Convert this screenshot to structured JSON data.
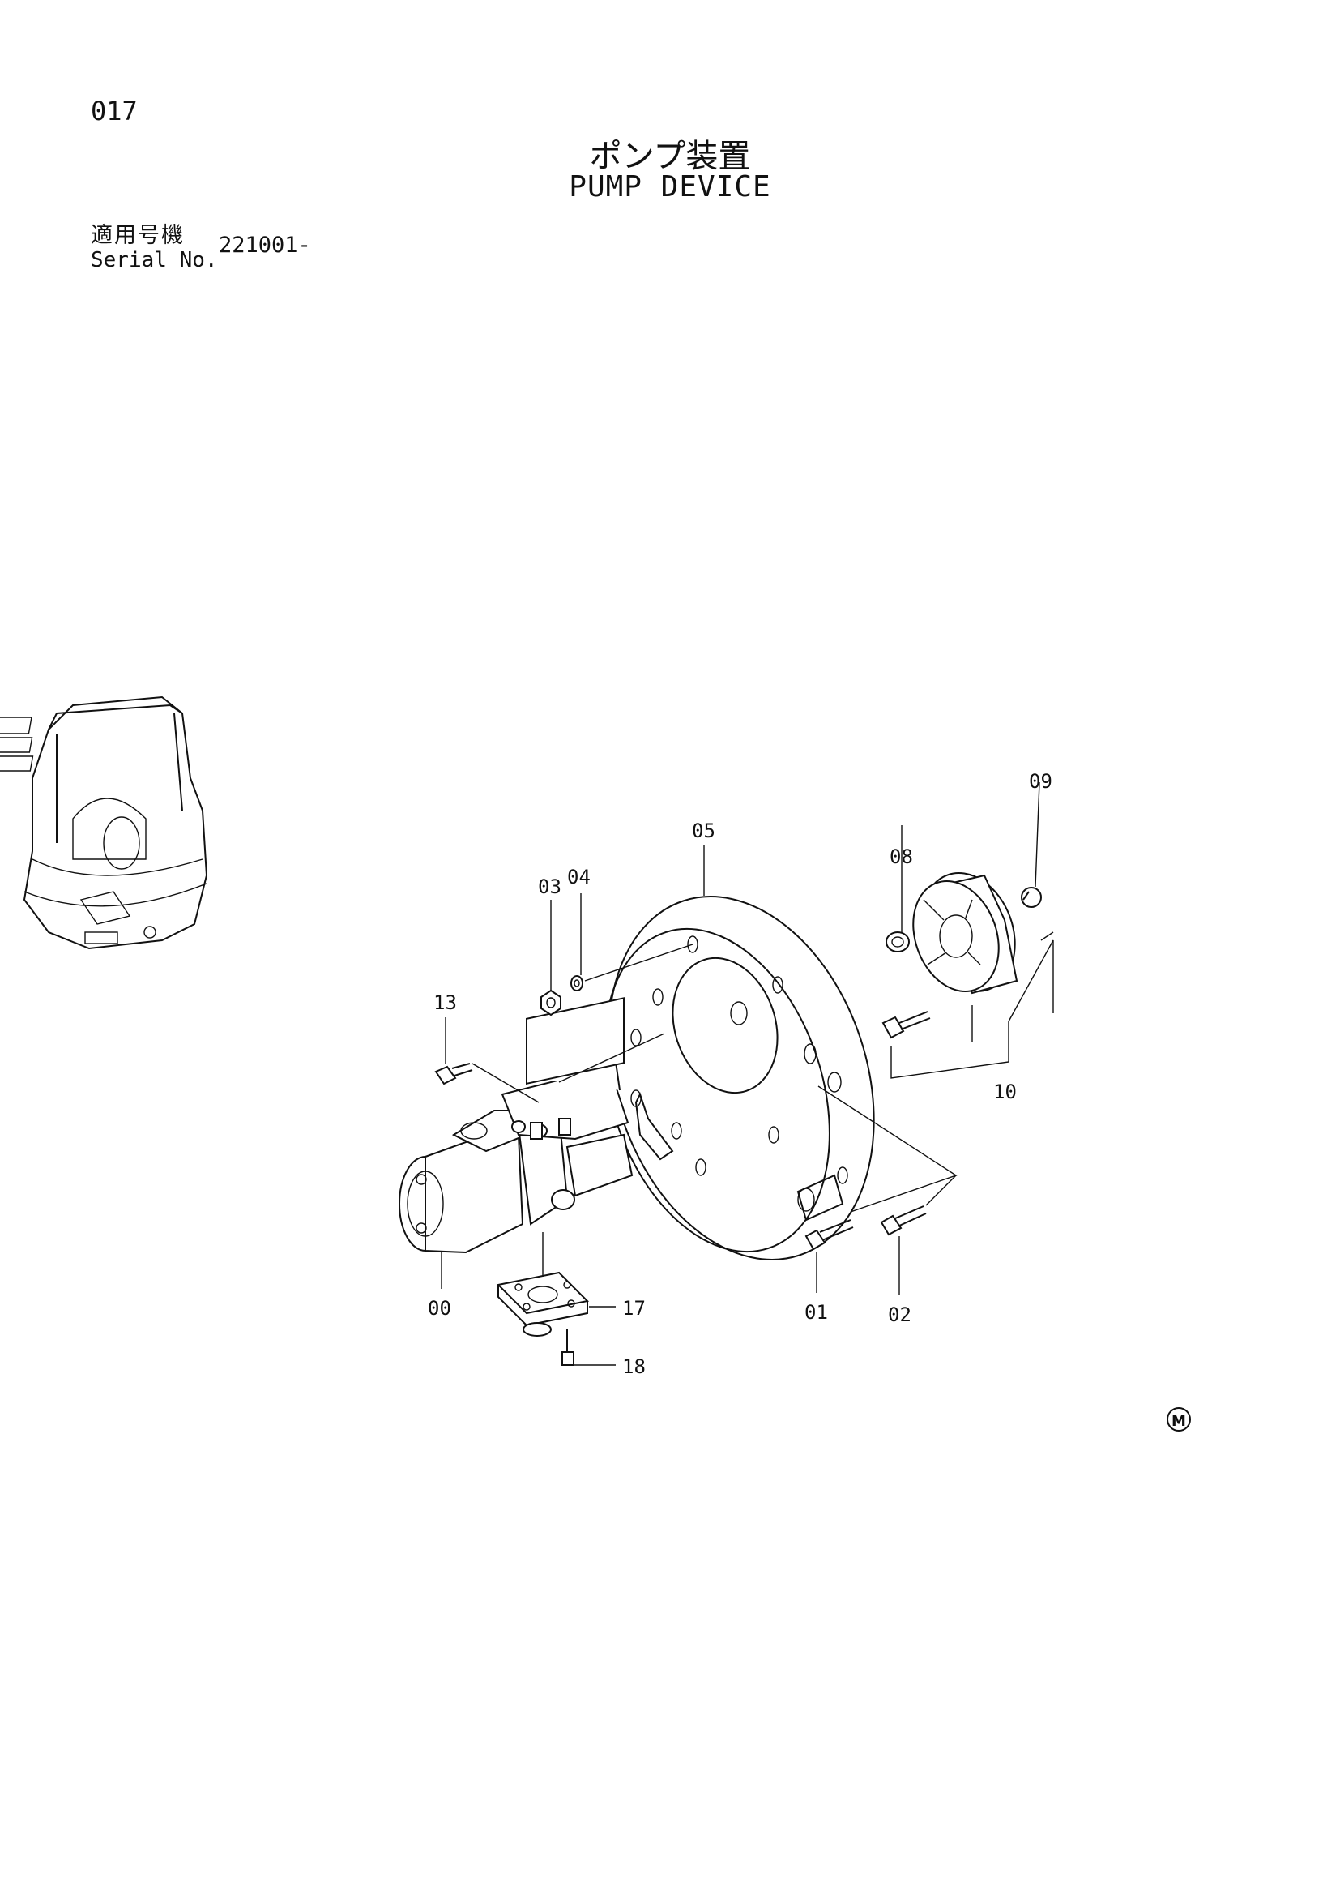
{
  "header": {
    "page_number": "017",
    "title_jp": "ポンプ装置",
    "title_en": "PUMP DEVICE",
    "serial_label_jp": "適用号機",
    "serial_label_en": "Serial No.",
    "serial_value": "221001-"
  },
  "diagram": {
    "part_labels": {
      "p00": "00",
      "p01": "01",
      "p02": "02",
      "p03": "03",
      "p04": "04",
      "p05": "05",
      "p08": "08",
      "p09": "09",
      "p10": "10",
      "p13": "13",
      "p17": "17",
      "p18": "18"
    },
    "corner_mark": "M"
  }
}
